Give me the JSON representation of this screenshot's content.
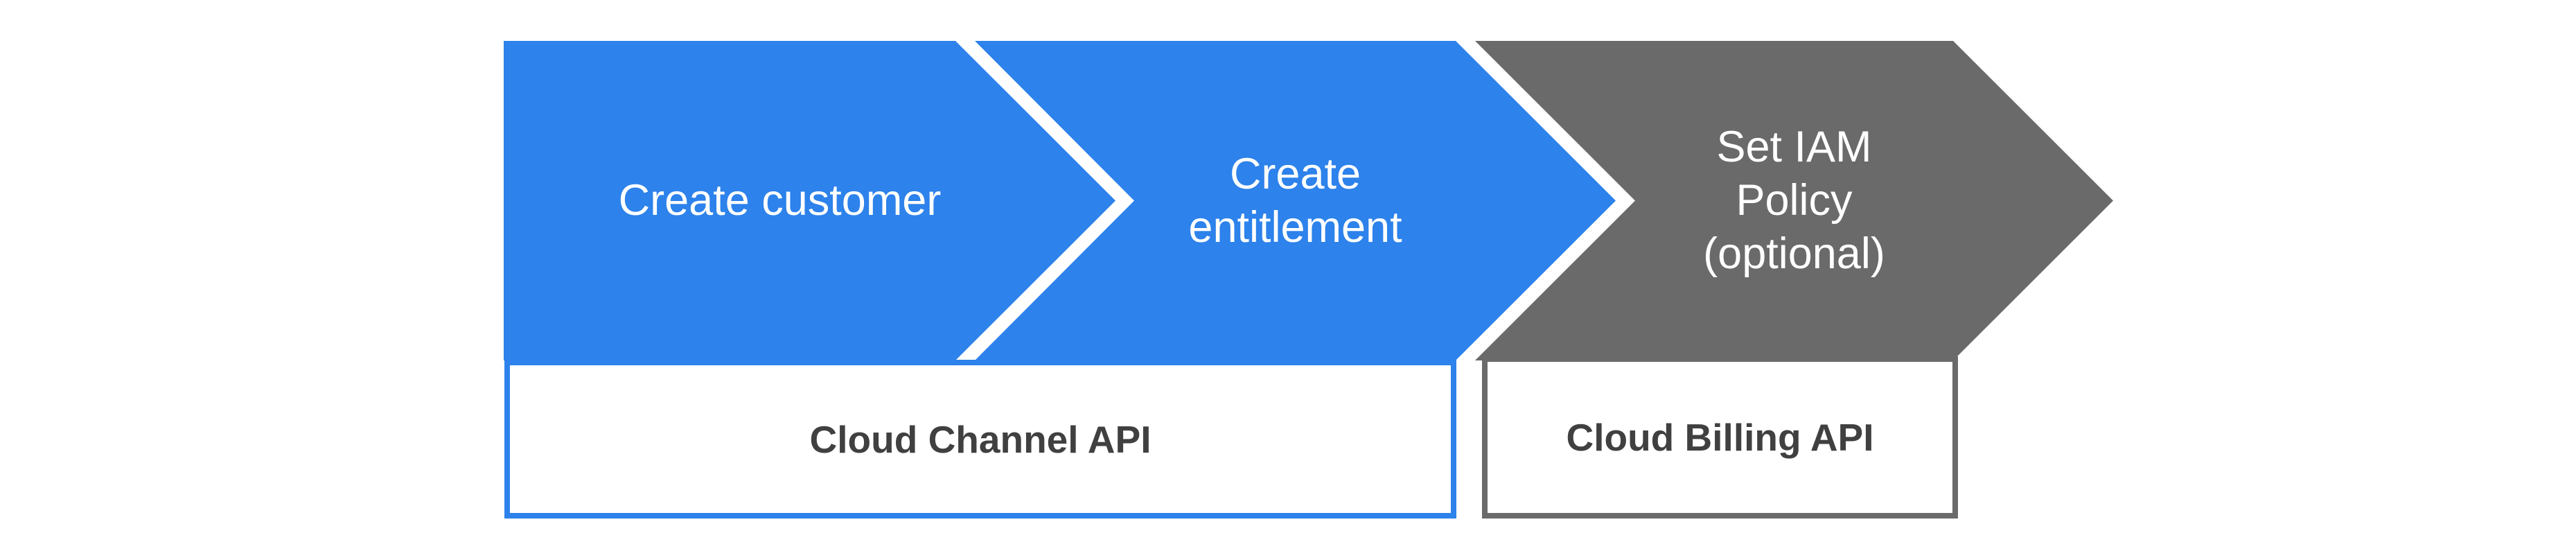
{
  "colors": {
    "blue": "#2d82eb",
    "gray": "#6a6a6a",
    "box_text_dark": "#404040",
    "chevron_text": "#ffffff",
    "background": "#ffffff"
  },
  "steps": [
    {
      "name": "create-customer",
      "color": "blue",
      "lines": [
        "Create customer"
      ]
    },
    {
      "name": "create-entitlement",
      "color": "blue",
      "lines": [
        "Create",
        "entitlement"
      ]
    },
    {
      "name": "set-iam-policy",
      "color": "gray",
      "lines": [
        "Set IAM",
        "Policy",
        "(optional)"
      ]
    }
  ],
  "api_boxes": [
    {
      "name": "cloud-channel-api",
      "accent": "blue",
      "label": "Cloud Channel API"
    },
    {
      "name": "cloud-billing-api",
      "accent": "gray",
      "label": "Cloud Billing API"
    }
  ]
}
